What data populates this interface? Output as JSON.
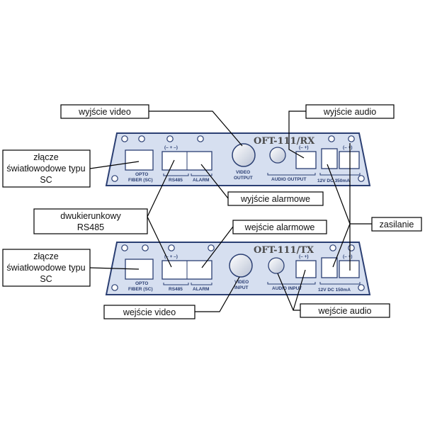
{
  "callouts": {
    "rx_video_out": "wyjście video",
    "rx_audio_out": "wyjście audio",
    "rx_fiber_line1": "złącze",
    "rx_fiber_line2": "światłowodowe typu",
    "rx_fiber_line3": "SC",
    "rx_alarm_out": "wyjście alarmowe",
    "rs485_line1": "dwukierunkowy",
    "rs485_line2": "RS485",
    "tx_alarm_in": "wejście alarmowe",
    "power": "zasilanie",
    "tx_fiber_line1": "złącze",
    "tx_fiber_line2": "światłowodowe typu",
    "tx_fiber_line3": "SC",
    "tx_video_in": "wejście video",
    "tx_audio_in": "wejście audio"
  },
  "rx_panel": {
    "title": "OFT-111/RX",
    "opto_line1": "OPTO",
    "opto_line2": "FIBER (SC)",
    "rs485_polarity": "(– + –)",
    "rs485_label": "RS485",
    "alarm_label": "ALARM",
    "video_line1": "VIDEO",
    "video_line2": "OUTPUT",
    "audio_polarity": "(– +)",
    "audio_label": "AUDIO OUTPUT",
    "power_polarity": "(– +)",
    "power_label": "12V DC 350mA"
  },
  "tx_panel": {
    "title": "OFT-111/TX",
    "opto_line1": "OPTO",
    "opto_line2": "FIBER (SC)",
    "rs485_polarity": "(– + –)",
    "rs485_label": "RS485",
    "alarm_label": "ALARM",
    "video_line1": "VIDEO",
    "video_line2": "INPUT",
    "audio_polarity": "(– +)",
    "audio_label": "AUDIO INPUT",
    "power_polarity": "(– +)",
    "power_label": "12V DC 150mA"
  },
  "colors": {
    "panel_fill": "#d6dff0",
    "panel_stroke": "#2b3f73",
    "line": "#000000"
  }
}
